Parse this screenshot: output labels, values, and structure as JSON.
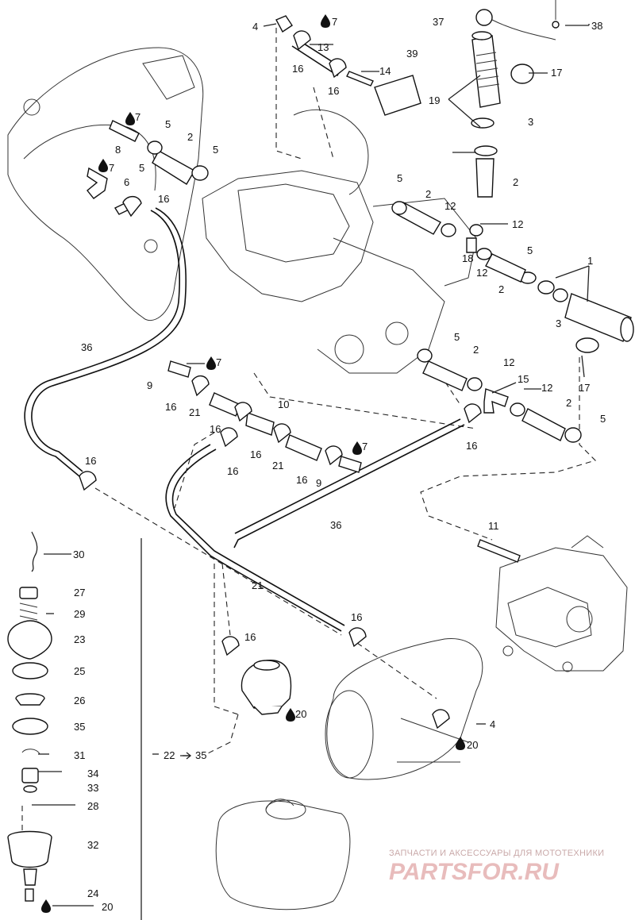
{
  "callouts": [
    {
      "id": "c4a",
      "text": "4"
    },
    {
      "id": "c7a",
      "text": "7"
    },
    {
      "id": "c37",
      "text": "37"
    },
    {
      "id": "c38",
      "text": "38"
    },
    {
      "id": "c13",
      "text": "13"
    },
    {
      "id": "c16a",
      "text": "16"
    },
    {
      "id": "c14",
      "text": "14"
    },
    {
      "id": "c16b",
      "text": "16"
    },
    {
      "id": "c39",
      "text": "39"
    },
    {
      "id": "c17a",
      "text": "17"
    },
    {
      "id": "c19",
      "text": "19"
    },
    {
      "id": "c3a",
      "text": "3"
    },
    {
      "id": "c7b",
      "text": "7"
    },
    {
      "id": "c5a",
      "text": "5"
    },
    {
      "id": "c2a",
      "text": "2"
    },
    {
      "id": "c5b",
      "text": "5"
    },
    {
      "id": "c8",
      "text": "8"
    },
    {
      "id": "c7c",
      "text": "7"
    },
    {
      "id": "c6",
      "text": "6"
    },
    {
      "id": "c16c",
      "text": "16"
    },
    {
      "id": "c5c",
      "text": "5"
    },
    {
      "id": "c2b",
      "text": "2"
    },
    {
      "id": "c5d",
      "text": "5"
    },
    {
      "id": "c2c",
      "text": "2"
    },
    {
      "id": "c12a",
      "text": "12"
    },
    {
      "id": "c12b",
      "text": "12"
    },
    {
      "id": "c18",
      "text": "18"
    },
    {
      "id": "c12c",
      "text": "12"
    },
    {
      "id": "c5e",
      "text": "5"
    },
    {
      "id": "c1",
      "text": "1"
    },
    {
      "id": "c2d",
      "text": "2"
    },
    {
      "id": "c3b",
      "text": "3"
    },
    {
      "id": "c36a",
      "text": "36"
    },
    {
      "id": "c5f",
      "text": "5"
    },
    {
      "id": "c2e",
      "text": "2"
    },
    {
      "id": "c7d",
      "text": "7"
    },
    {
      "id": "c12d",
      "text": "12"
    },
    {
      "id": "c17b",
      "text": "17"
    },
    {
      "id": "c9a",
      "text": "9"
    },
    {
      "id": "c15",
      "text": "15"
    },
    {
      "id": "c12e",
      "text": "12"
    },
    {
      "id": "c16d",
      "text": "16"
    },
    {
      "id": "c21a",
      "text": "21"
    },
    {
      "id": "c2f",
      "text": "2"
    },
    {
      "id": "c10",
      "text": "10"
    },
    {
      "id": "c5g",
      "text": "5"
    },
    {
      "id": "c16e",
      "text": "16"
    },
    {
      "id": "c16f",
      "text": "16"
    },
    {
      "id": "c16g",
      "text": "16"
    },
    {
      "id": "c21b",
      "text": "21"
    },
    {
      "id": "c7e",
      "text": "7"
    },
    {
      "id": "c16h",
      "text": "16"
    },
    {
      "id": "c16i",
      "text": "16"
    },
    {
      "id": "c9b",
      "text": "9"
    },
    {
      "id": "c16j",
      "text": "16"
    },
    {
      "id": "c36b",
      "text": "36"
    },
    {
      "id": "c11",
      "text": "11"
    },
    {
      "id": "c30",
      "text": "30"
    },
    {
      "id": "c27",
      "text": "27"
    },
    {
      "id": "c29",
      "text": "29"
    },
    {
      "id": "c21c",
      "text": "21"
    },
    {
      "id": "c16k",
      "text": "16"
    },
    {
      "id": "c23",
      "text": "23"
    },
    {
      "id": "c16l",
      "text": "16"
    },
    {
      "id": "c25",
      "text": "25"
    },
    {
      "id": "c26",
      "text": "26"
    },
    {
      "id": "c20a",
      "text": "20"
    },
    {
      "id": "c4b",
      "text": "4"
    },
    {
      "id": "c35a",
      "text": "35"
    },
    {
      "id": "c20b",
      "text": "20"
    },
    {
      "id": "c31",
      "text": "31"
    },
    {
      "id": "c22",
      "text": "22"
    },
    {
      "id": "c35b",
      "text": "35"
    },
    {
      "id": "c34",
      "text": "34"
    },
    {
      "id": "c33",
      "text": "33"
    },
    {
      "id": "c28",
      "text": "28"
    },
    {
      "id": "c32",
      "text": "32"
    },
    {
      "id": "c24",
      "text": "24"
    },
    {
      "id": "c20c",
      "text": "20"
    }
  ],
  "watermark": {
    "tagline": "ЗАПЧАСТИ И АКСЕССУАРЫ ДЛЯ МОТОТЕХНИКИ",
    "logo": "PARTSFOR.RU"
  }
}
